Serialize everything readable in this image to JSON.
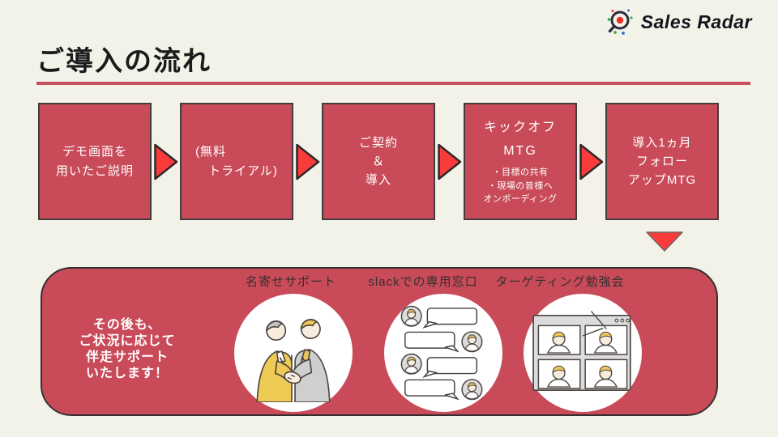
{
  "logo": {
    "text": "Sales Radar",
    "icon": "radar-magnifier-icon"
  },
  "title": {
    "text": "ご導入の流れ"
  },
  "steps": [
    {
      "text": "デモ画面を\n用いたご説明"
    },
    {
      "text": "(無料\n　トライアル)"
    },
    {
      "text": "ご契約\n＆\n導入"
    },
    {
      "title": "キックオフ\nMTG",
      "sub": "・目標の共有\n・現場の皆様へ\nオンボーディング"
    },
    {
      "text": "導入1ヵ月\nフォロー\nアップMTG"
    }
  ],
  "arrows": {
    "between_steps": "triangle-right-icon",
    "after_last_step": "triangle-down-icon"
  },
  "support": {
    "message": "その後も、\nご状況に応じて\n伴走サポート\nいたします！",
    "features": [
      {
        "label": "名寄せサポート",
        "icon": "handshake-illustration"
      },
      {
        "label": "slackでの専用窓口",
        "icon": "chat-illustration"
      },
      {
        "label": "ターゲティング勉強会",
        "icon": "video-call-illustration"
      }
    ]
  },
  "colors": {
    "background": "#F3F2E9",
    "box_red": "#C94B59",
    "arrow_red": "#FA3B3C",
    "underline_red": "#C9515E",
    "border_dark": "#433C3C",
    "text_dark": "#1b1b1b",
    "label_dark": "#362F2F",
    "white": "#FFFFFF",
    "logo_navy": "#2C2C3E",
    "logo_red": "#E8312C",
    "logo_green": "#3AAE4C",
    "logo_blue": "#2E6FD8",
    "illustration_yellow": "#EDC75A",
    "illustration_gray": "#CFCFCF"
  }
}
